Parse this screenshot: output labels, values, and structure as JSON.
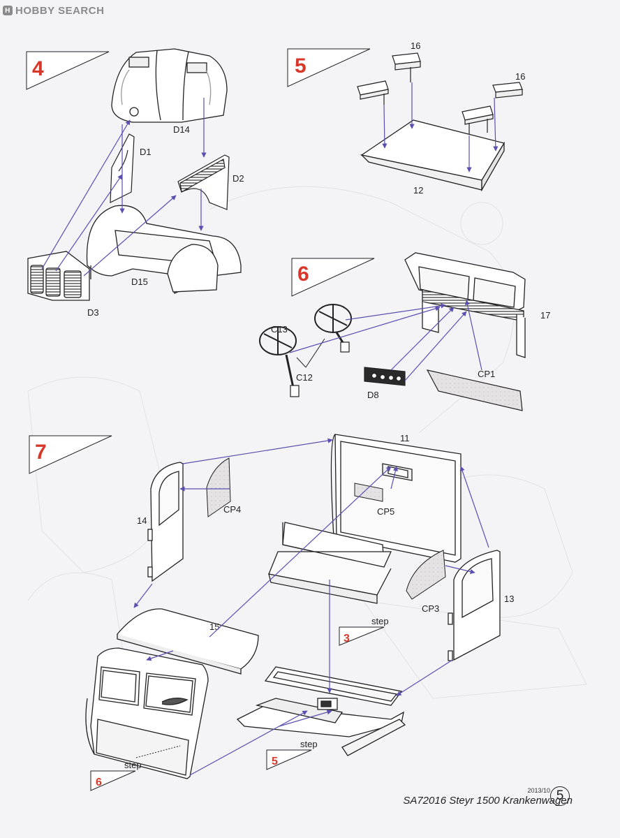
{
  "watermark": {
    "text": "HOBBY SEARCH"
  },
  "steps": [
    {
      "number": "4"
    },
    {
      "number": "5"
    },
    {
      "number": "6"
    },
    {
      "number": "7"
    }
  ],
  "parts": {
    "D14": "D14",
    "D1": "D1",
    "D2": "D2",
    "D15": "D15",
    "D3": "D3",
    "p16a": "16",
    "p16b": "16",
    "p12": "12",
    "C13": "C13",
    "C12": "C12",
    "D8": "D8",
    "CP1": "CP1",
    "p17": "17",
    "p11": "11",
    "CP4": "CP4",
    "p14": "14",
    "CP5": "CP5",
    "CP3": "CP3",
    "p13": "13",
    "p15": "15"
  },
  "refs": [
    {
      "label": "step",
      "number": "3"
    },
    {
      "label": "step",
      "number": "5"
    },
    {
      "label": "step",
      "number": "6"
    }
  ],
  "footer": {
    "date": "2013/10",
    "title": "SA72016  Steyr 1500 Krankenwagen",
    "page": "5"
  },
  "colors": {
    "step_red": "#d8382a",
    "arrow": "#5a4fb0",
    "line": "#2a2a2a"
  }
}
